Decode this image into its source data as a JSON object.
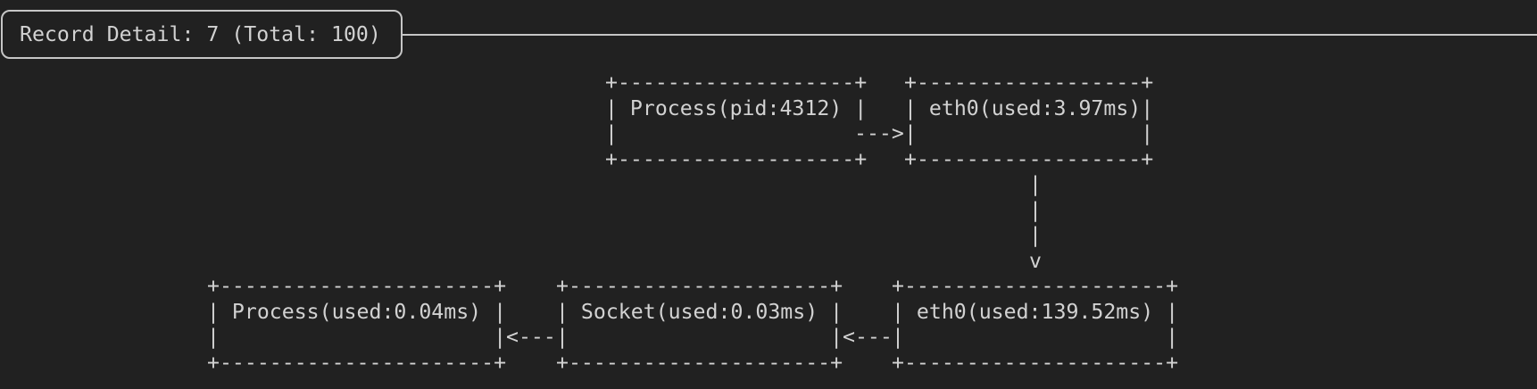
{
  "header": {
    "title": "Record Detail: 7 (Total: 100)",
    "record_index": "7",
    "total_records": "100"
  },
  "diagram": {
    "top_row": {
      "process": {
        "label": "Process(pid:4312)",
        "ascii": "+-------------------+\n| Process(pid:4312) |\n|\n+-------------------+"
      },
      "arrow_right": "--->",
      "eth0": {
        "label": "eth0(used:3.97ms)",
        "ascii": "+------------------+\n| eth0(used:3.97ms)|\n|                  |\n+------------------+"
      },
      "connector_down": "|\n|\n|\nv"
    },
    "bottom_row": {
      "process": {
        "label": "Process(used:0.04ms)",
        "ascii": "+----------------------+\n| Process(used:0.04ms) |\n|                      |\n+----------------------+"
      },
      "arrow_left_1": "<---",
      "socket": {
        "label": "Socket(used:0.03ms)",
        "ascii": "+---------------------+\n| Socket(used:0.03ms) |\n|                     |\n+---------------------+"
      },
      "arrow_left_2": "<---",
      "eth0": {
        "label": "eth0(used:139.52ms)",
        "ascii": "+---------------------+\n| eth0(used:139.52ms) |\n|                     |\n+---------------------+"
      }
    }
  },
  "colors": {
    "background": "#212121",
    "foreground": "#d2d2d2",
    "border": "#c6c6c6"
  }
}
